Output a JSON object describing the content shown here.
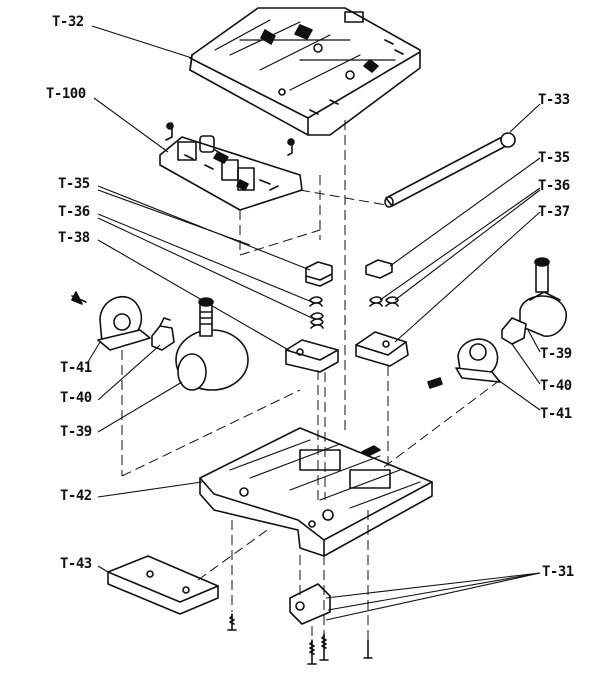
{
  "labels": {
    "t32": "T-32",
    "t100": "T-100",
    "t33": "T-33",
    "t35_left": "T-35",
    "t36_left": "T-36",
    "t38": "T-38",
    "t35_right": "T-35",
    "t36_right": "T-36",
    "t37": "T-37",
    "t41_left": "T-41",
    "t40_left": "T-40",
    "t39_left": "T-39",
    "t39_right": "T-39",
    "t40_right": "T-40",
    "t41_right": "T-41",
    "t42": "T-42",
    "t43": "T-43",
    "t31": "T-31"
  },
  "colors": {
    "ink": "#111111",
    "paper": "#ffffff"
  }
}
